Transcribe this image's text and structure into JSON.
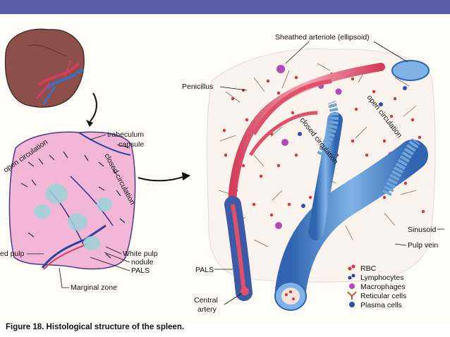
{
  "caption": "Figure 18.  Histological structure of the spleen.",
  "labels": {
    "sheathed_arteriole": "Sheathed arteriole (ellipsoid)",
    "penicillus": "Penicillus",
    "open_circulation_right": "open circulation",
    "closed_circulation_right": "closed circulation",
    "trabeculum": "trabeculum",
    "capsule": "capsule",
    "open_circulation_left": "open circulation",
    "closed_circulation_left": "closed circulation",
    "red_pulp": "ed pulp",
    "white_pulp": "White pulp",
    "nodule": "nodule",
    "pals_left": "PALS",
    "marginal_zone": "Marginal zone",
    "pals_right": "PALS",
    "central_artery_1": "Central",
    "central_artery_2": "artery",
    "sinusoid": "Sinusoid",
    "pulp_vein": "Pulp vein"
  },
  "legend": [
    {
      "label": "RBC",
      "icon": "rbc-icon",
      "color": "#d8343a"
    },
    {
      "label": "Lymphocytes",
      "icon": "lymphocyte-icon",
      "color": "#2a3f9e"
    },
    {
      "label": "Macrophages",
      "icon": "macrophage-icon",
      "color": "#b04bb8"
    },
    {
      "label": "Reticular cells",
      "icon": "reticular-cell-icon",
      "color": "#c8562c"
    },
    {
      "label": "Plasma cells",
      "icon": "plasma-cell-icon",
      "color": "#2f4fb0"
    }
  ],
  "colors": {
    "header_bar": "#5b5ea6",
    "artery": "#e0506a",
    "vein": "#3d7fc9",
    "pulp_pink": "#f2b6d6"
  }
}
